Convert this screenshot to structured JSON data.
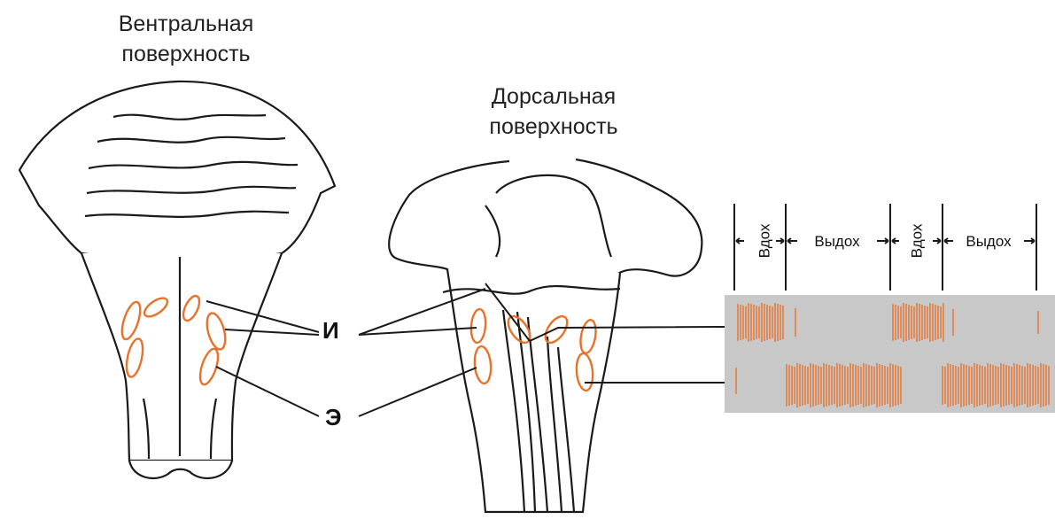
{
  "titles": {
    "ventral": [
      "Вентральная",
      "поверхность"
    ],
    "dorsal": [
      "Дорсальная",
      "поверхность"
    ]
  },
  "markers": {
    "inspiratory": "И",
    "expiratory": "Э"
  },
  "timeline": {
    "phases": [
      "Вдох",
      "Выдох",
      "Вдох",
      "Выдох"
    ]
  },
  "colors": {
    "neuron": "#e8722a",
    "outline": "#1a1a1a",
    "panel": "#c8c8c8",
    "background": "#ffffff"
  }
}
